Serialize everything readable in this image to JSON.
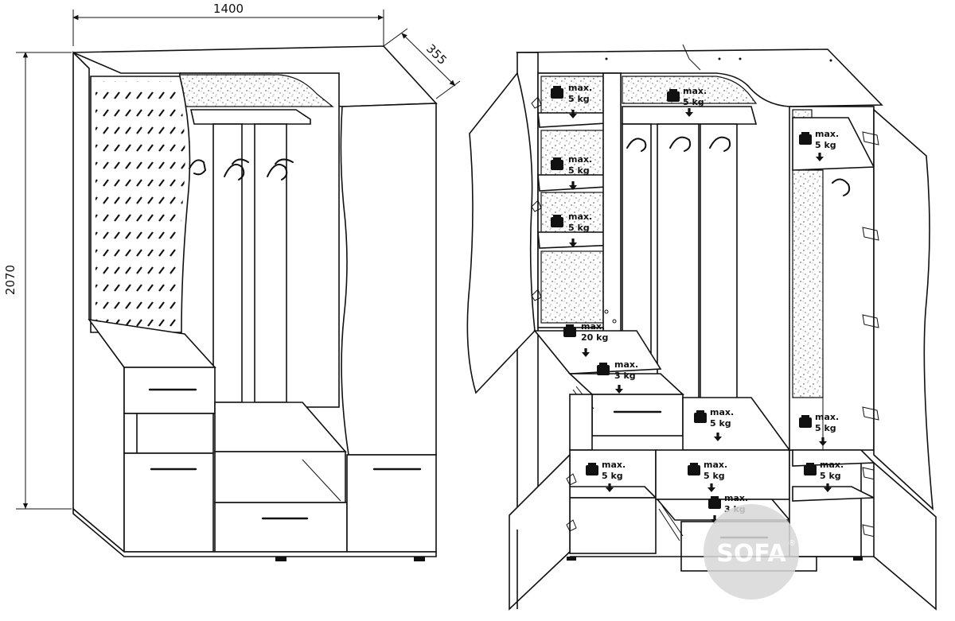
{
  "dimensions": {
    "width": "1400",
    "depth": "355",
    "height": "2070"
  },
  "load_labels": {
    "line1": "max.",
    "kg5": "5 kg",
    "kg20": "20 kg",
    "kg3": "3 kg"
  },
  "logo": {
    "text": "SOFA",
    "mark": "®"
  }
}
